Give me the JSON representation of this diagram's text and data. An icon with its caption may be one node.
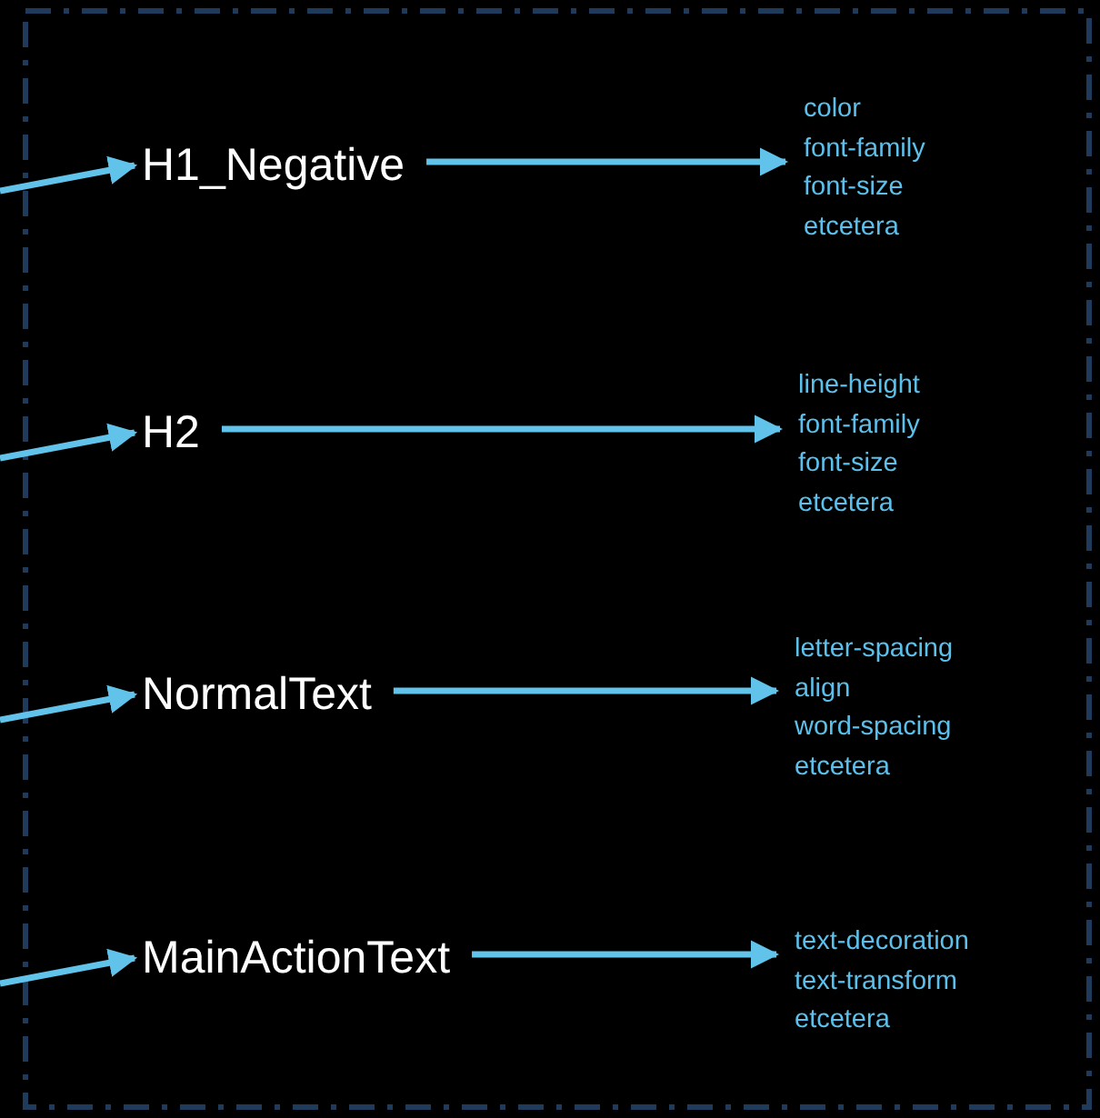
{
  "diagram": {
    "nodes": [
      {
        "text": [
          "H1_Negative"
        ]
      },
      {
        "text": [
          "color",
          "font-family",
          "font-size",
          "etcetera"
        ]
      },
      {
        "text": [
          "H2"
        ]
      },
      {
        "text": [
          "line-height",
          "font-family",
          "font-size",
          "etcetera"
        ]
      },
      {
        "text": [
          "NormalText"
        ]
      },
      {
        "text": [
          "letter-spacing",
          "align",
          "word-spacing",
          "etcetera"
        ]
      },
      {
        "text": [
          "MainActionText"
        ]
      },
      {
        "text": [
          "text-decoration",
          "text-transform",
          "etcetera"
        ]
      }
    ],
    "edges": [
      {
        "from": null,
        "to": 0,
        "arrow": "to"
      },
      {
        "from": 0,
        "to": 1,
        "arrow": "to"
      },
      {
        "from": null,
        "to": 2,
        "arrow": "to"
      },
      {
        "from": 2,
        "to": 3,
        "arrow": "to"
      },
      {
        "from": null,
        "to": 4,
        "arrow": "to"
      },
      {
        "from": 4,
        "to": 5,
        "arrow": "to"
      },
      {
        "from": null,
        "to": 6,
        "arrow": "to"
      },
      {
        "from": 6,
        "to": 7,
        "arrow": "to"
      }
    ]
  }
}
